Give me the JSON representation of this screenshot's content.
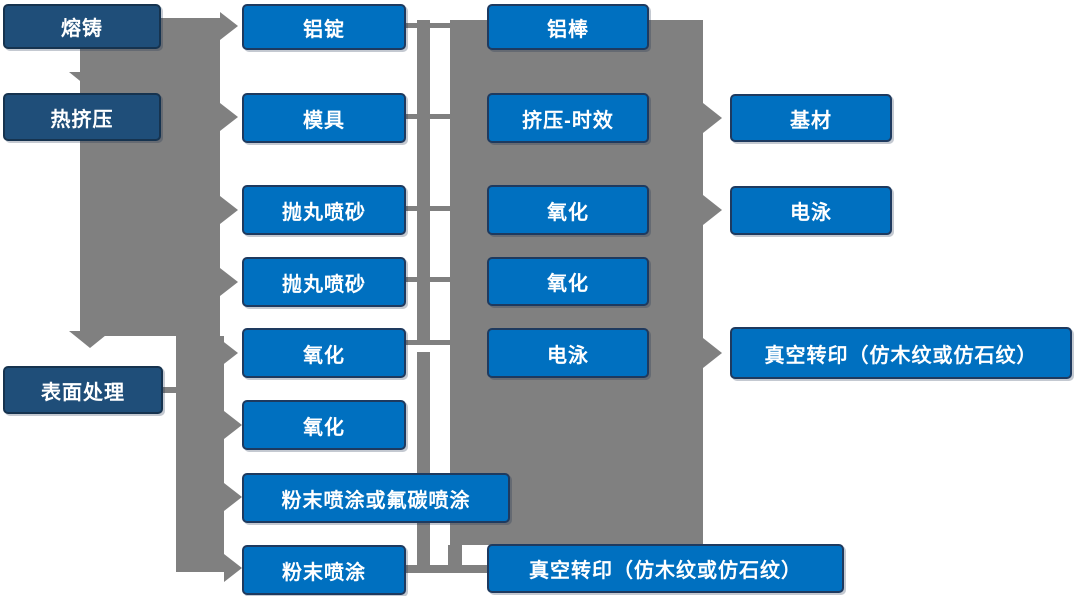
{
  "diagram": {
    "description": "aluminum profile production process flowchart",
    "colors": {
      "stage_box": "#1F4E79",
      "process_box": "#0070C0",
      "box_border": "#1E3A5F",
      "connector": "#808080",
      "text": "#FFFFFF",
      "background": "#FFFFFF"
    },
    "nodes": {
      "melt_casting": "熔铸",
      "hot_extrusion": "热挤压",
      "surface_treatment": "表面处理",
      "aluminum_ingot": "铝锭",
      "mold": "模具",
      "shot_blast_1": "抛丸喷砂",
      "shot_blast_2": "抛丸喷砂",
      "oxidation_1": "氧化",
      "oxidation_2": "氧化",
      "powder_or_fluorocarbon": "粉末喷涂或氟碳喷涂",
      "powder_coating": "粉末喷涂",
      "aluminum_rod": "铝棒",
      "extrusion_aging": "挤压-时效",
      "oxidation_3": "氧化",
      "oxidation_4": "氧化",
      "electrophoresis_1": "电泳",
      "vacuum_transfer_1": "真空转印（仿木纹或仿石纹）",
      "base_material": "基材",
      "electrophoresis_2": "电泳",
      "vacuum_transfer_2": "真空转印（仿木纹或仿石纹）"
    }
  }
}
